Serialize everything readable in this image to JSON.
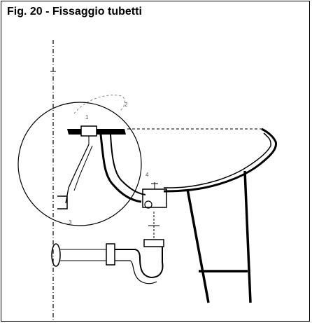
{
  "figure": {
    "caption": "Fig. 20 - Fissaggio tubetti"
  },
  "diagram": {
    "subject": "bidet-cross-section-tube-fixing",
    "labels": [
      "1",
      "2",
      "3",
      "4"
    ],
    "colors": {
      "line": "#000000",
      "background": "#ffffff"
    }
  }
}
